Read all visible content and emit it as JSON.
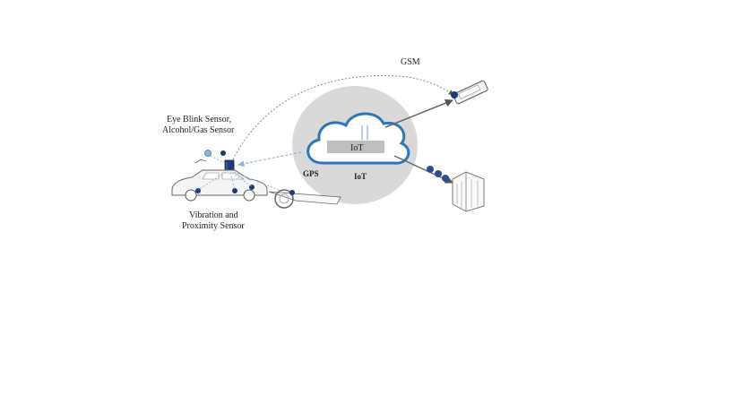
{
  "labels": {
    "gsm": "GSM",
    "eye_blink": "Eye Blink Sensor,",
    "alcohol_gas": "Alcohol/Gas Sensor",
    "vibration": "Vibration and",
    "proximity": "Proximity Sensor",
    "gps": "GPS",
    "iot_cloud": "IoT",
    "iot_circle": "IoT"
  },
  "colors": {
    "circle": "#d9d9d9",
    "cloud_stroke": "#2f74b5",
    "node": "#1f3b73",
    "arrow": "#8fb3d9",
    "device": "#2d4f8f"
  }
}
